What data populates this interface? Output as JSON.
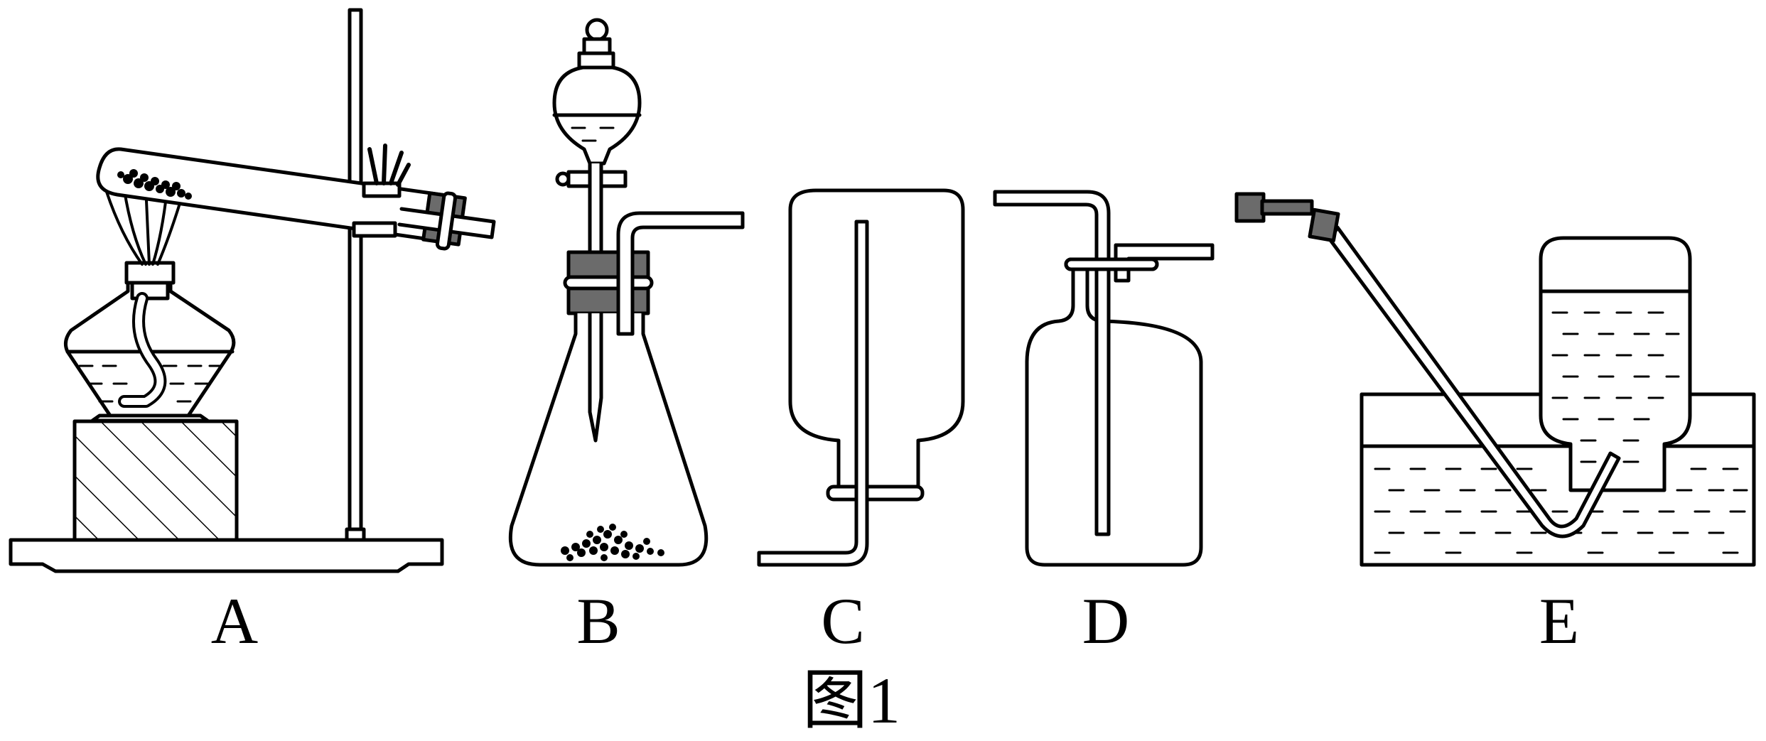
{
  "figure": {
    "labels": [
      "A",
      "B",
      "C",
      "D",
      "E"
    ],
    "caption": "图1"
  },
  "colors": {
    "line": "#000000",
    "stopper": "#6b6b6b",
    "background": "#ffffff"
  }
}
